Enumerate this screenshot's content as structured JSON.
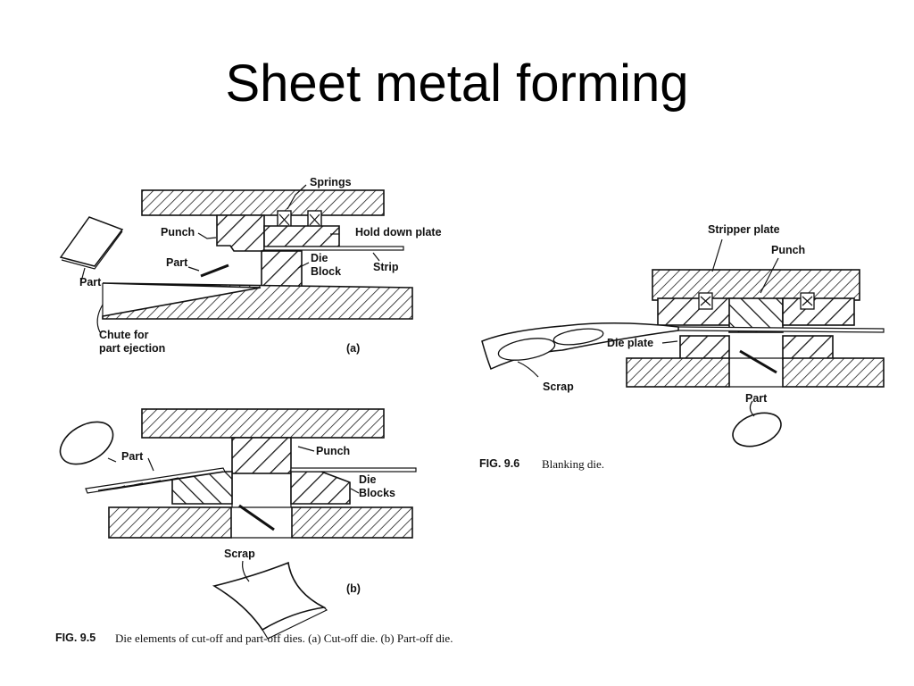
{
  "title": "Sheet metal forming",
  "fig_a": {
    "labels": {
      "springs": "Springs",
      "punch": "Punch",
      "hold_down_plate": "Hold down plate",
      "part_inner": "Part",
      "die": "Die",
      "block": "Block",
      "strip": "Strip",
      "part_outer": "Part",
      "chute_line1": "Chute for",
      "chute_line2": "part ejection",
      "panel": "(a)"
    }
  },
  "fig_b": {
    "labels": {
      "punch": "Punch",
      "part": "Part",
      "die": "Die",
      "blocks": "Blocks",
      "scrap": "Scrap",
      "panel": "(b)"
    }
  },
  "fig_blank": {
    "labels": {
      "stripper_plate": "Stripper plate",
      "punch": "Punch",
      "die_plate": "Die plate",
      "scrap": "Scrap",
      "part": "Part"
    }
  },
  "captions": {
    "fig95_num": "FIG. 9.5",
    "fig95_text": "Die elements of cut-off and part-off dies. (a) Cut-off die. (b) Part-off die.",
    "fig96_num": "FIG. 9.6",
    "fig96_text": "Blanking die."
  }
}
